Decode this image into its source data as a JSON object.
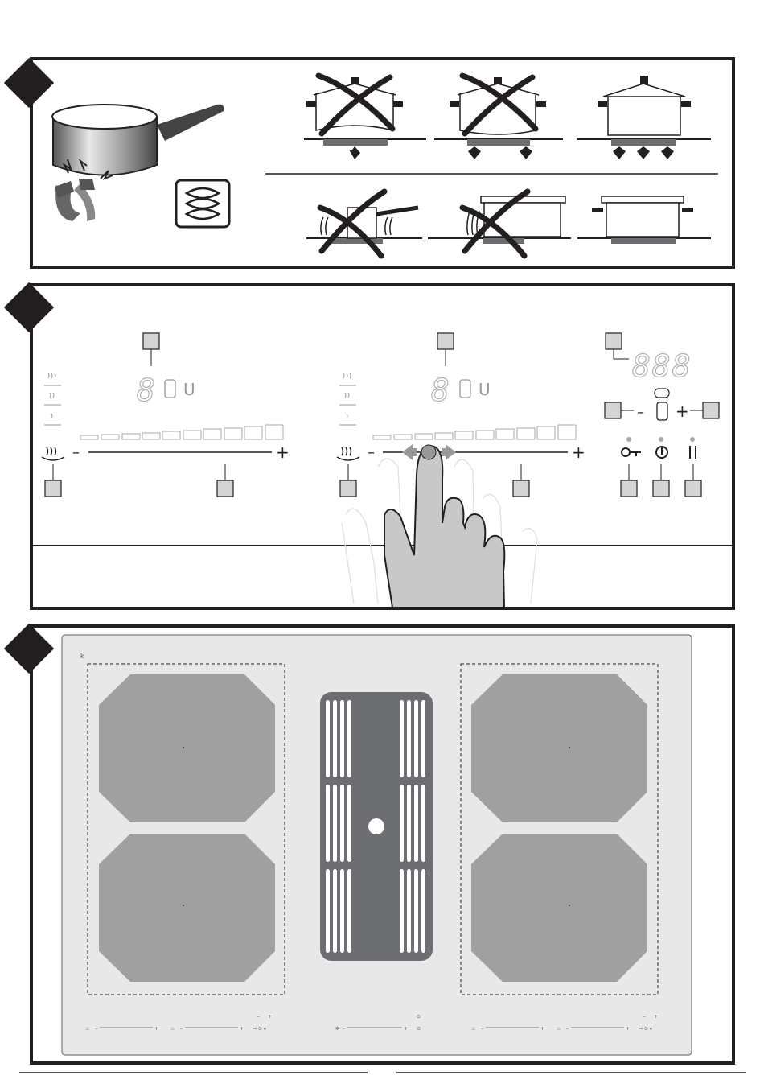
{
  "panels": [
    {
      "id": "cookware",
      "callout": ""
    },
    {
      "id": "control-panel",
      "callout": ""
    },
    {
      "id": "hob-layout",
      "callout": ""
    }
  ],
  "control_panel": {
    "zone_display_digit": "8",
    "zone_display_suffix": "U",
    "timer_display": "888",
    "minus_sign": "–",
    "plus_sign": "+",
    "slider_steps": 10
  },
  "hob": {
    "corner_mark": "k",
    "bottom_controls": {
      "minus": "–",
      "plus": "+"
    }
  },
  "colors": {
    "frame": "#231f20",
    "zone_grey": "#a0a0a0",
    "vent_grey": "#6d6e71",
    "key_fill": "#d4d4d4",
    "display_line": "#b0b0b0",
    "hob_surface": "#e8e8e8"
  }
}
